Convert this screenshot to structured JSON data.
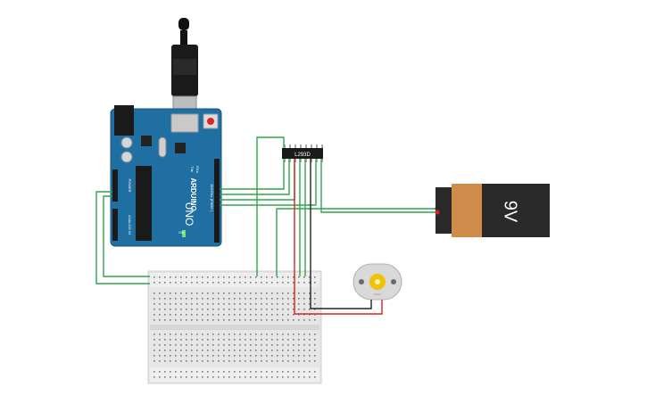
{
  "arduino": {
    "board_name": "UNO",
    "brand": "ARDUINO",
    "power_header": "POWER",
    "analog_header": "ANALOG IN",
    "digital_header": "DIGITAL (PWM~)",
    "tx_label": "TX▸",
    "rx_label": "RX◂",
    "on_label": "ON"
  },
  "chip": {
    "label": "L293D"
  },
  "battery": {
    "label": "9V",
    "body_color": "#2a2a2a",
    "terminal_color": "#d08a4a"
  },
  "motor": {
    "label": "Motor"
  },
  "colors": {
    "board": "#1f6fa3",
    "wire_green": "#2fa64a",
    "wire_red": "#e02020",
    "wire_black": "#222222",
    "breadboard": "#e6e6e6"
  }
}
